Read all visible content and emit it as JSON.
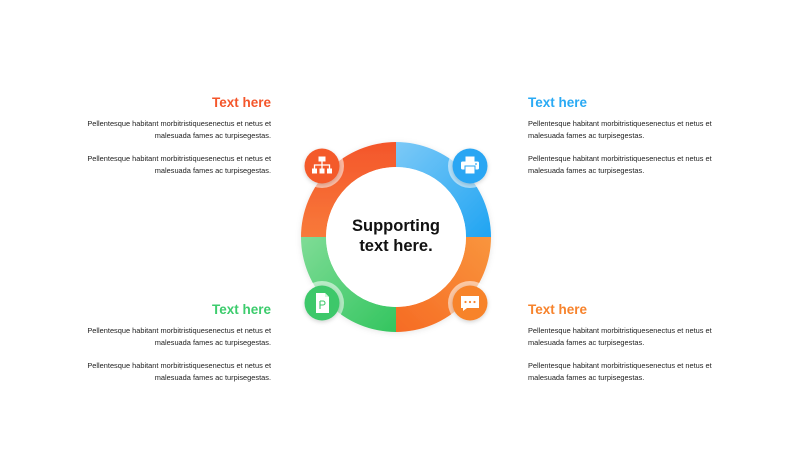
{
  "center": {
    "line1": "Supporting",
    "line2": "text here."
  },
  "blocks": [
    {
      "title": "Text here",
      "color": "#f4562b",
      "p1_l1": "Pellentesque habitant morbitristiquesenectus et netus et",
      "p1_l2": "malesuada fames ac turpisegestas.",
      "p2_l1": "Pellentesque habitant morbitristiquesenectus et netus et",
      "p2_l2": "malesuada fames ac turpisegestas."
    },
    {
      "title": "Text here",
      "color": "#2aaaf4",
      "p1_l1": "Pellentesque habitant morbitristiquesenectus et netus et",
      "p1_l2": "malesuada fames ac turpisegestas.",
      "p2_l1": "Pellentesque habitant morbitristiquesenectus et netus et",
      "p2_l2": "malesuada fames ac turpisegestas."
    },
    {
      "title": "Text here",
      "color": "#3dcc6d",
      "p1_l1": "Pellentesque habitant morbitristiquesenectus et netus et",
      "p1_l2": "malesuada fames ac turpisegestas.",
      "p2_l1": "Pellentesque habitant morbitristiquesenectus et netus et",
      "p2_l2": "malesuada fames ac turpisegestas."
    },
    {
      "title": "Text here",
      "color": "#f7832c",
      "p1_l1": "Pellentesque habitant morbitristiquesenectus et netus et",
      "p1_l2": "malesuada fames ac turpisegestas.",
      "p2_l1": "Pellentesque habitant morbitristiquesenectus et netus et",
      "p2_l2": "malesuada fames ac turpisegestas."
    }
  ],
  "icons": [
    "org-chart-icon",
    "printer-icon",
    "document-icon",
    "chat-icon"
  ]
}
